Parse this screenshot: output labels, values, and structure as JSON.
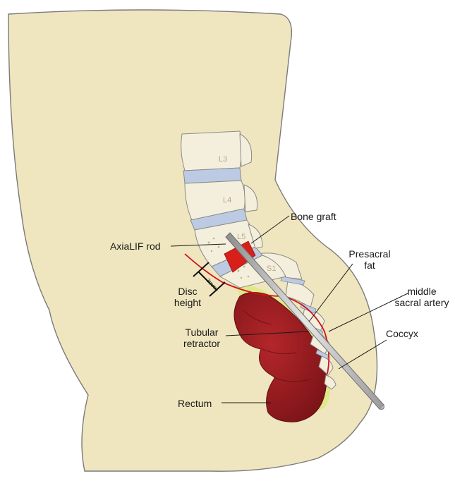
{
  "labels": {
    "bone_graft": "Bone graft",
    "axialif_rod": "AxiaLIF rod",
    "presacral_fat_1": "Presacral",
    "presacral_fat_2": "fat",
    "middle_sacral_artery_1": "middle",
    "middle_sacral_artery_2": "sacral artery",
    "disc_height_1": "Disc",
    "disc_height_2": "height",
    "tubular_retractor_1": "Tubular",
    "tubular_retractor_2": "retractor",
    "coccyx": "Coccyx",
    "rectum": "Rectum",
    "measurement": "3mm"
  },
  "vertebrae": [
    "L3",
    "L4",
    "L5",
    "S1"
  ],
  "colors": {
    "body_fill": "#efe6bf",
    "body_outline": "#7a7a7a",
    "bone_fill": "#f3efdc",
    "disc": "#bccbe3",
    "graft": "#d8201a",
    "artery": "#d0121b",
    "fat": "#dfe98a",
    "rectum_dark": "#7a1518",
    "rectum": "#9e1e22",
    "rod": "#c9c9c9"
  }
}
